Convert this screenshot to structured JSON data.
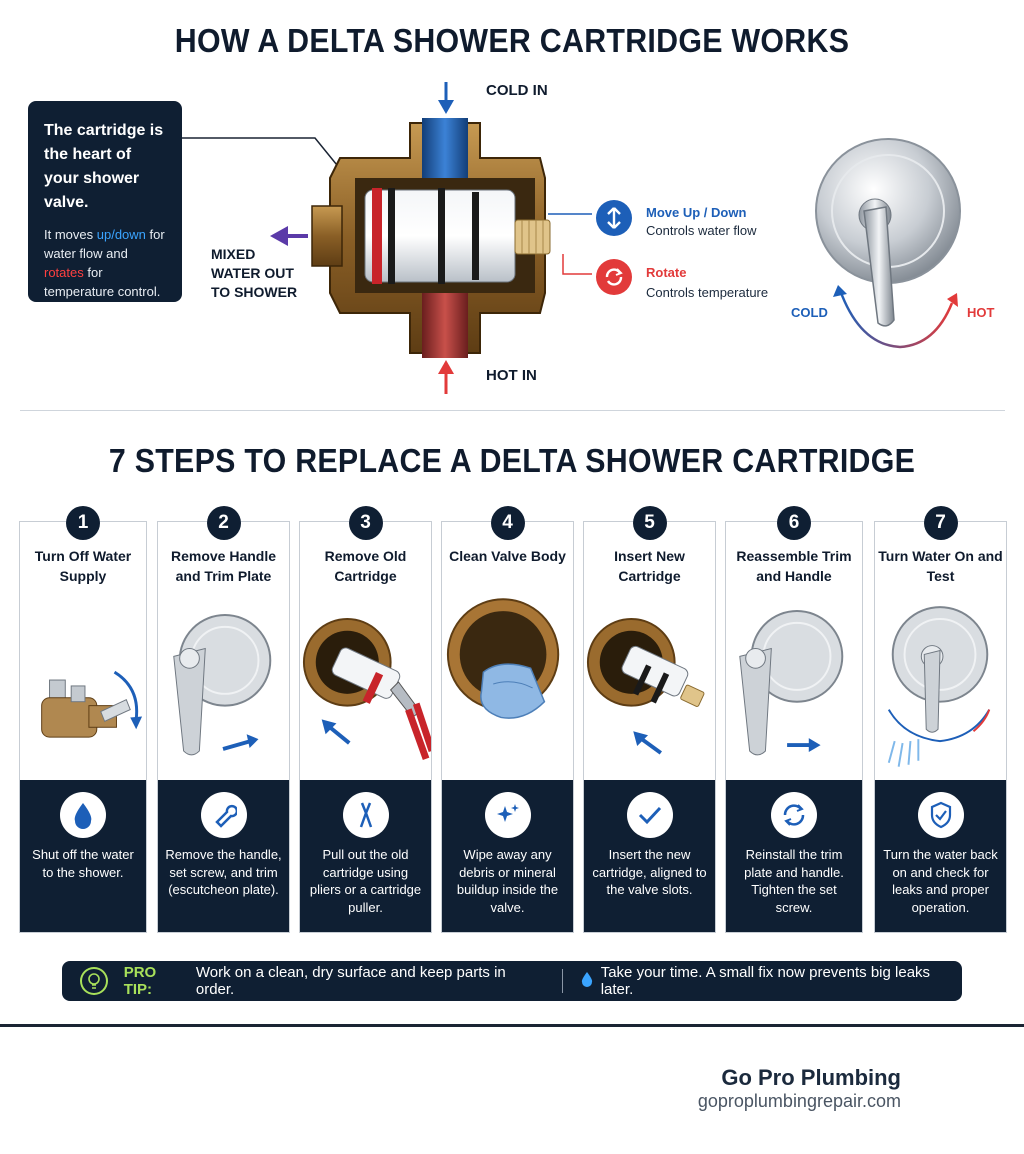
{
  "top": {
    "title": "HOW A DELTA SHOWER CARTRIDGE WORKS",
    "callout_heading": "The cartridge is the heart of your shower valve.",
    "callout_text_1": "It moves ",
    "callout_updown": "up/down",
    "callout_text_2": " for water flow and ",
    "callout_rotates": "rotates",
    "callout_text_3": " for temperature control.",
    "cold_in": "COLD IN",
    "hot_in": "HOT IN",
    "mixed_out": "MIXED WATER OUT TO SHOWER",
    "legend_move_title": "Move Up / Down",
    "legend_move_sub": "Controls water flow",
    "legend_rotate_title": "Rotate",
    "legend_rotate_sub": "Controls temperature",
    "dial_cold": "COLD",
    "dial_hot": "HOT"
  },
  "steps_title": "7 STEPS TO REPLACE A DELTA SHOWER CARTRIDGE",
  "steps": [
    {
      "num": "1",
      "title": "Turn Off Water Supply",
      "desc": "Shut off the water to the shower.",
      "icon": "water-drop-icon"
    },
    {
      "num": "2",
      "title": "Remove Handle and Trim Plate",
      "desc": "Remove the handle, set screw, and trim (escutcheon plate).",
      "icon": "wrench-icon"
    },
    {
      "num": "3",
      "title": "Remove Old Cartridge",
      "desc": "Pull out the old cartridge using pliers or a cartridge puller.",
      "icon": "pliers-icon"
    },
    {
      "num": "4",
      "title": "Clean Valve Body",
      "desc": "Wipe away any debris or mineral buildup inside the valve.",
      "icon": "sparkle-icon"
    },
    {
      "num": "5",
      "title": "Insert New Cartridge",
      "desc": "Insert the new cartridge, aligned to the valve slots.",
      "icon": "check-icon"
    },
    {
      "num": "6",
      "title": "Reassemble Trim and Handle",
      "desc": "Reinstall the trim plate and handle. Tighten the set screw.",
      "icon": "refresh-icon"
    },
    {
      "num": "7",
      "title": "Turn Water On and Test",
      "desc": "Turn the water back on and check for leaks and proper operation.",
      "icon": "shield-check-icon"
    }
  ],
  "protip": {
    "label": "PRO TIP:",
    "text1": "Work on a clean, dry surface and keep parts in order.",
    "text2": "Take your time. A small fix now prevents big leaks later."
  },
  "footer": {
    "brand": "Go Pro Plumbing",
    "url": "goproplumbingrepair.com"
  },
  "colors": {
    "navy": "#0f1f33",
    "blue": "#1d5fb8",
    "red": "#e23a3a",
    "purple": "#5b3aa8",
    "green": "#a8e05a"
  }
}
